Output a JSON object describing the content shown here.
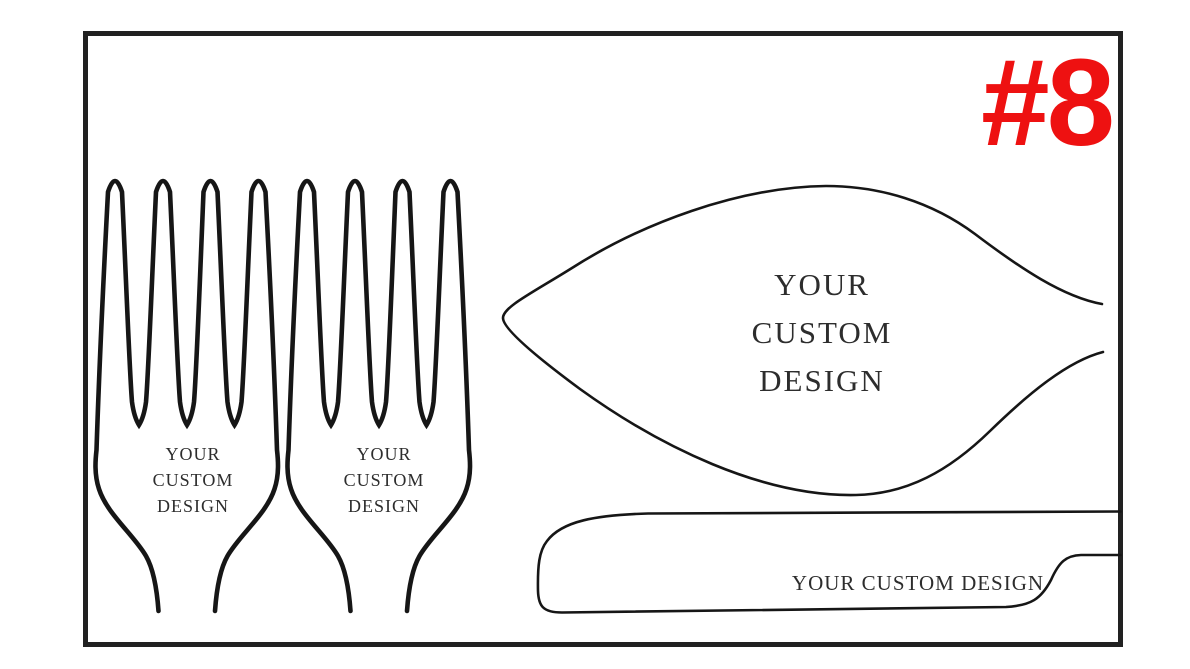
{
  "design_number": "#8",
  "colors": {
    "number_red": "#ee1111",
    "outline_black": "#161616",
    "frame_black": "#212121",
    "label_text": "#2d2d2d"
  },
  "fork_left_label": {
    "line1": "YOUR",
    "line2": "CUSTOM",
    "line3": "DESIGN"
  },
  "fork_right_label": {
    "line1": "YOUR",
    "line2": "CUSTOM",
    "line3": "DESIGN"
  },
  "spoon_label": {
    "line1": "YOUR",
    "line2": "CUSTOM",
    "line3": "DESIGN"
  },
  "knife_label": {
    "text": "YOUR CUSTOM DESIGN"
  }
}
